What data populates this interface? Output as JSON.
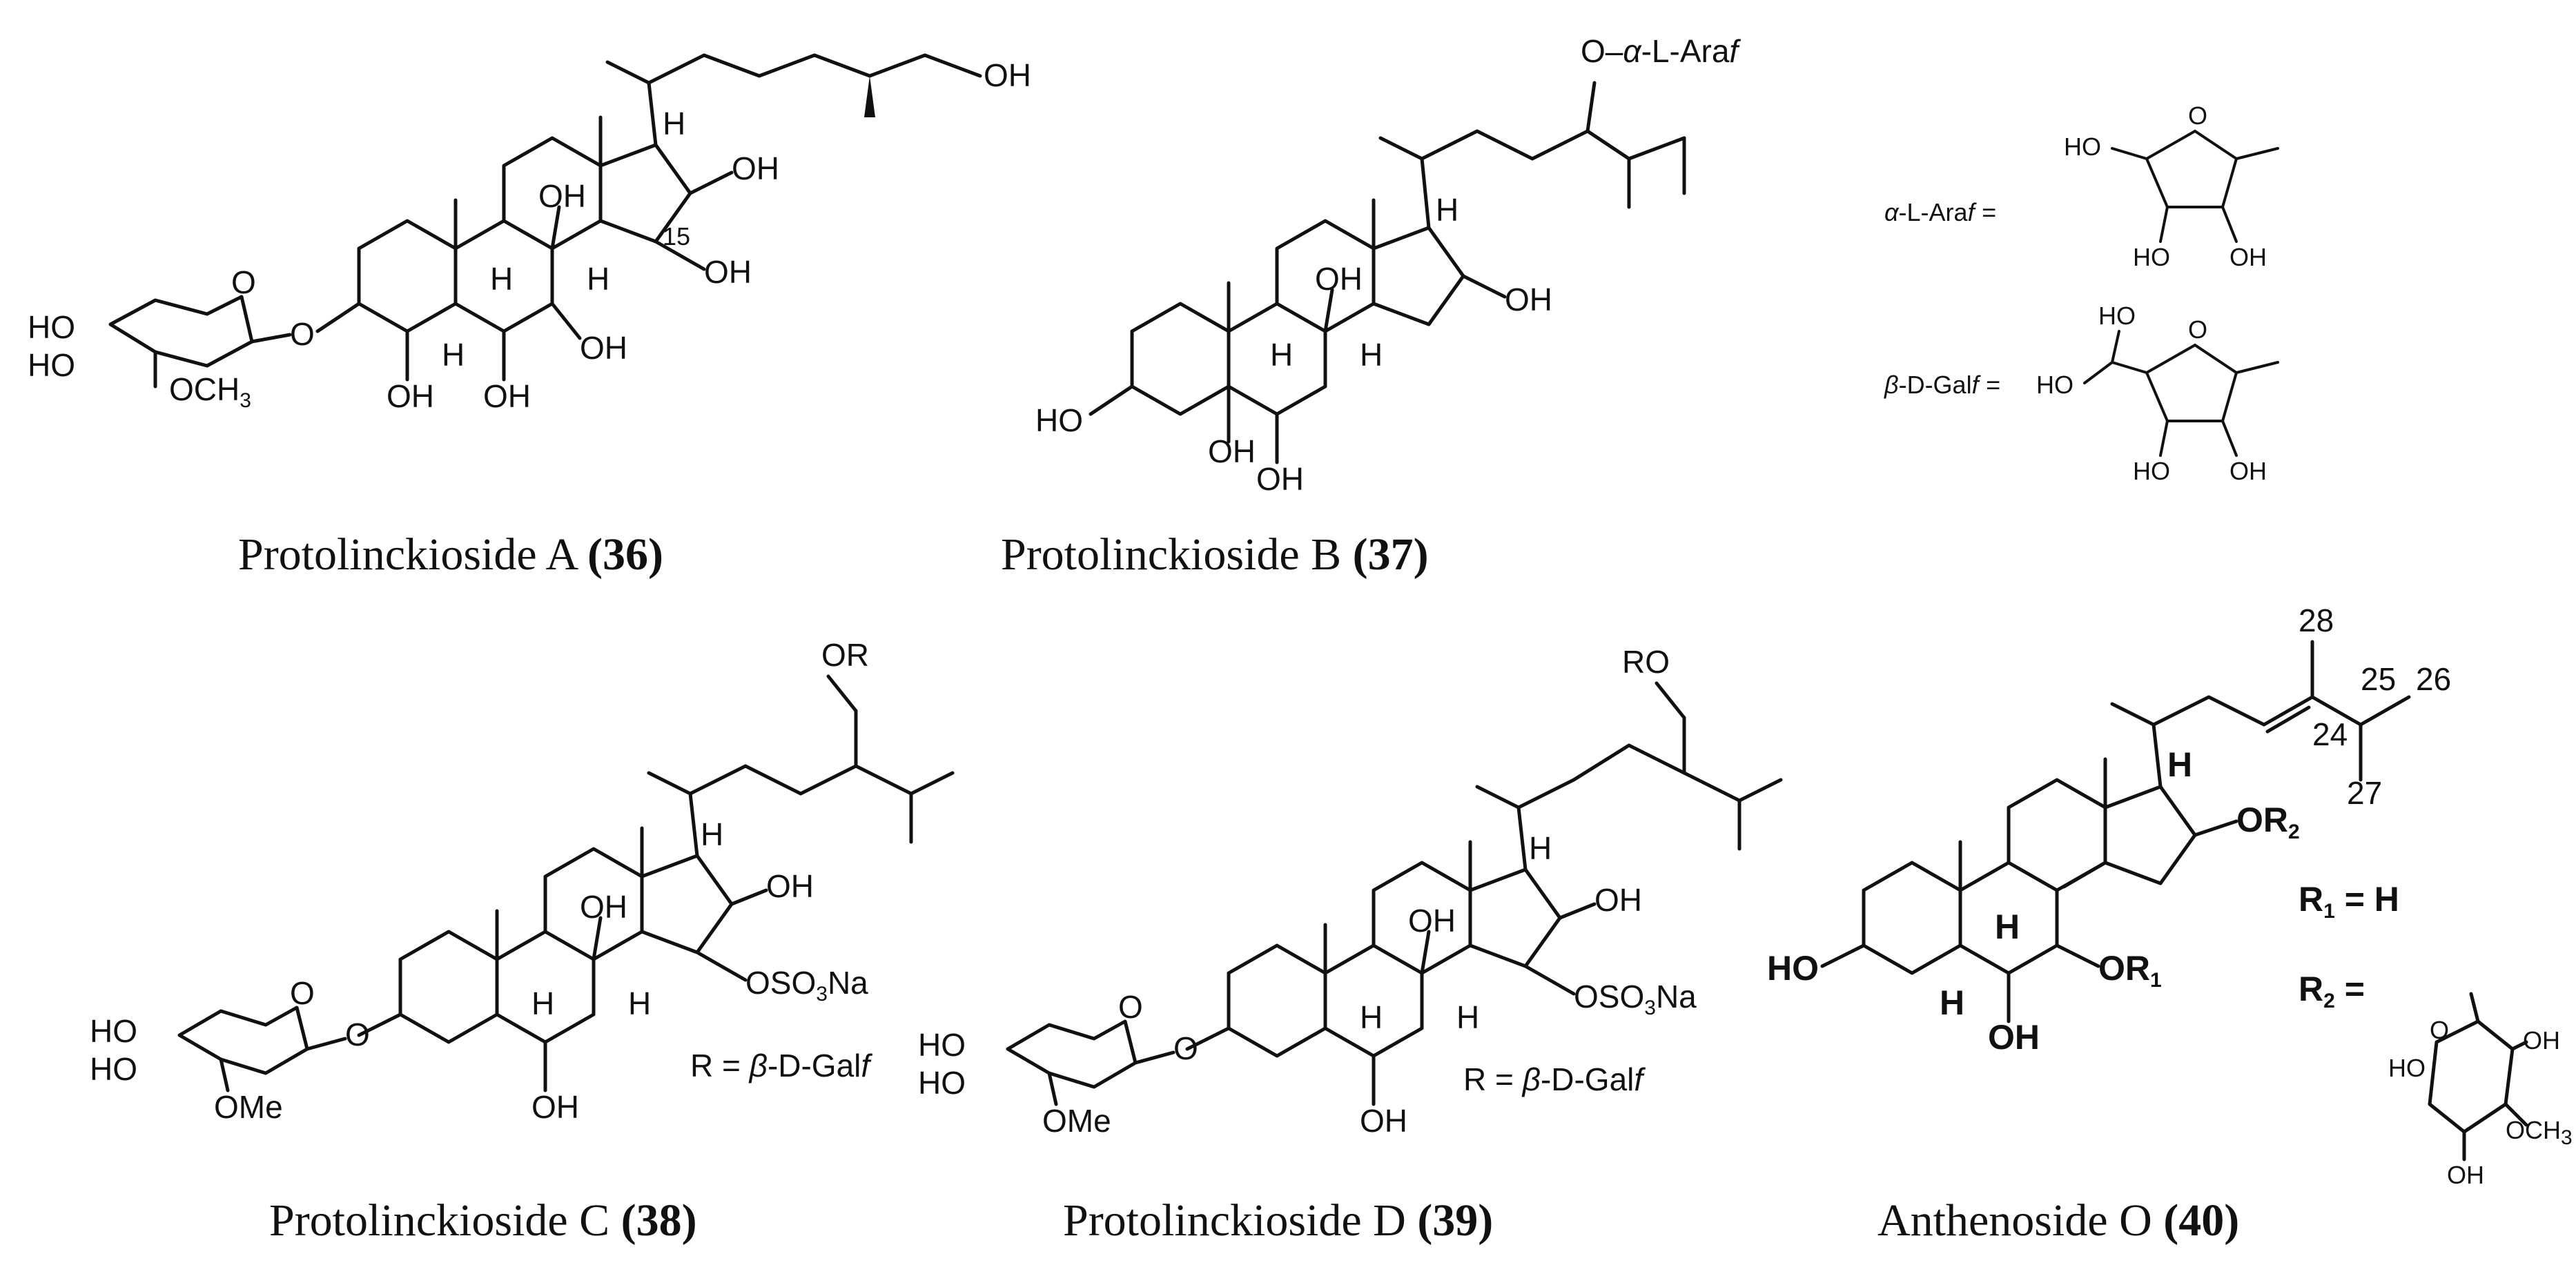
{
  "captions": {
    "c36": "Protolinckioside A",
    "n36": "(36)",
    "c37": "Protolinckioside B",
    "n37": "(37)",
    "c38": "Protolinckioside C",
    "n38": "(38)",
    "c39": "Protolinckioside D",
    "n39": "(39)",
    "c40": "Anthenoside O",
    "n40": "(40)"
  },
  "labels": {
    "oh": "OH",
    "ho": "HO",
    "h": "H",
    "och3": "OCH",
    "sub3": "3",
    "ome": "OMe",
    "oso3na": "OSO",
    "na": "Na",
    "or": "OR",
    "ro": "RO",
    "num15": "15",
    "o_ara_prefix": "O–",
    "o_ara_alpha": "α",
    "o_ara_rest": "-L-Ara",
    "o_ara_f": "f",
    "ara_def_alpha": "α",
    "ara_def_rest": "-L-Ara",
    "ara_def_f": "f =",
    "gal_def_beta": "β",
    "gal_def_rest": "-D-Gal",
    "gal_def_f": "f =",
    "ring_o": "O",
    "r_eq": "R = ",
    "r_beta": "β",
    "r_galf": "-D-Gal",
    "r_f": "f",
    "r1": "R",
    "r1sub": "1",
    "r1val": " = H",
    "r2": "R",
    "r2sub": "2",
    "r2val": " =",
    "or1": "OR",
    "or1sub": "1",
    "or2": "OR",
    "or2sub": "2",
    "n28": "28",
    "n24": "24",
    "n25": "25",
    "n26": "26",
    "n27": "27"
  }
}
